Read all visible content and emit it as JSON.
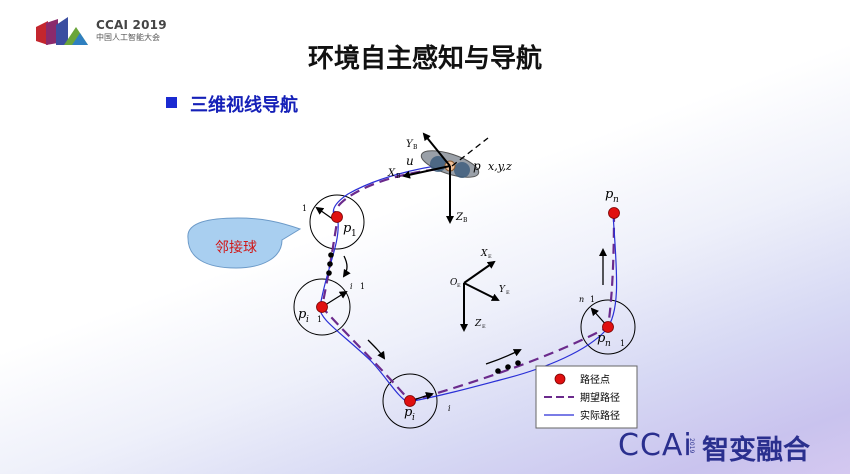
{
  "header": {
    "logo_line1": "CCAI 2019",
    "logo_line2": "中国人工智能大会"
  },
  "slide": {
    "title": "环境自主感知与导航",
    "subtitle": "三维视线导航"
  },
  "diagram": {
    "callout": "邻接球",
    "drone_labels": {
      "y": "Y",
      "y_sub": "B",
      "x": "X",
      "x_sub": "B",
      "z": "Z",
      "z_sub": "B",
      "u": "u",
      "p": "p",
      "coords": "x,y,z"
    },
    "frame_labels": {
      "o": "O",
      "o_sub": "E",
      "x": "X",
      "x_sub": "E",
      "y": "Y",
      "y_sub": "E",
      "z": "Z",
      "z_sub": "E"
    },
    "points": {
      "p1": {
        "letter": "p",
        "sub": "1",
        "side": "1"
      },
      "pi1": {
        "letter": "p",
        "sub": "i",
        "sub2": "1",
        "side_a": "i",
        "side_b": "1"
      },
      "pi": {
        "letter": "p",
        "sub": "i",
        "side": "i"
      },
      "pn1": {
        "letter": "p",
        "sub": "n",
        "sub2": "1",
        "side_a": "n",
        "side_b": "1"
      },
      "pn": {
        "letter": "p",
        "sub": "n"
      }
    },
    "legend": [
      {
        "label": "路径点"
      },
      {
        "label": "期望路径"
      },
      {
        "label": "实际路径"
      }
    ],
    "colors": {
      "waypoint": "#e01010",
      "expected_path": "#6b2a8c",
      "actual_path": "#2a2fd6"
    }
  },
  "brand": {
    "latin": "CCAi",
    "year": "2019",
    "chinese": "智变融合"
  }
}
